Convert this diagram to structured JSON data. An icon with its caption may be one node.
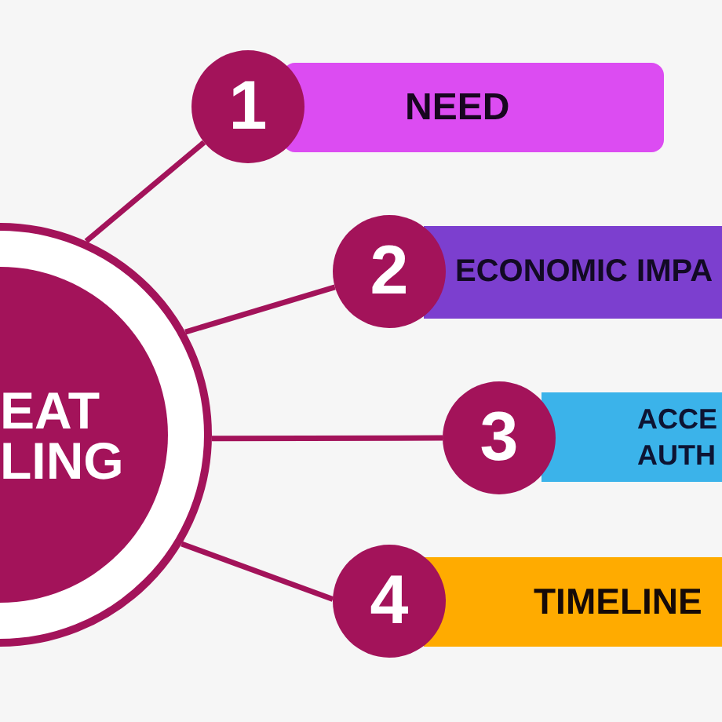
{
  "diagram": {
    "nodes": [
      {
        "text": [
          "EAT LING"
        ]
      },
      {
        "text": [
          "1"
        ]
      },
      {
        "text": [
          "NEED"
        ]
      },
      {
        "text": [
          "2"
        ]
      },
      {
        "text": [
          "ECONOMIC IMPA"
        ]
      },
      {
        "text": [
          "3"
        ]
      },
      {
        "text": [
          "ACCE AUTH"
        ]
      },
      {
        "text": [
          "4"
        ]
      },
      {
        "text": [
          "TIMELINE"
        ]
      }
    ],
    "edges": [
      {
        "from": 0,
        "to": 1,
        "arrow": "none"
      },
      {
        "from": 0,
        "to": 3,
        "arrow": "none"
      },
      {
        "from": 0,
        "to": 5,
        "arrow": "none"
      },
      {
        "from": 0,
        "to": 7,
        "arrow": "none"
      }
    ]
  }
}
